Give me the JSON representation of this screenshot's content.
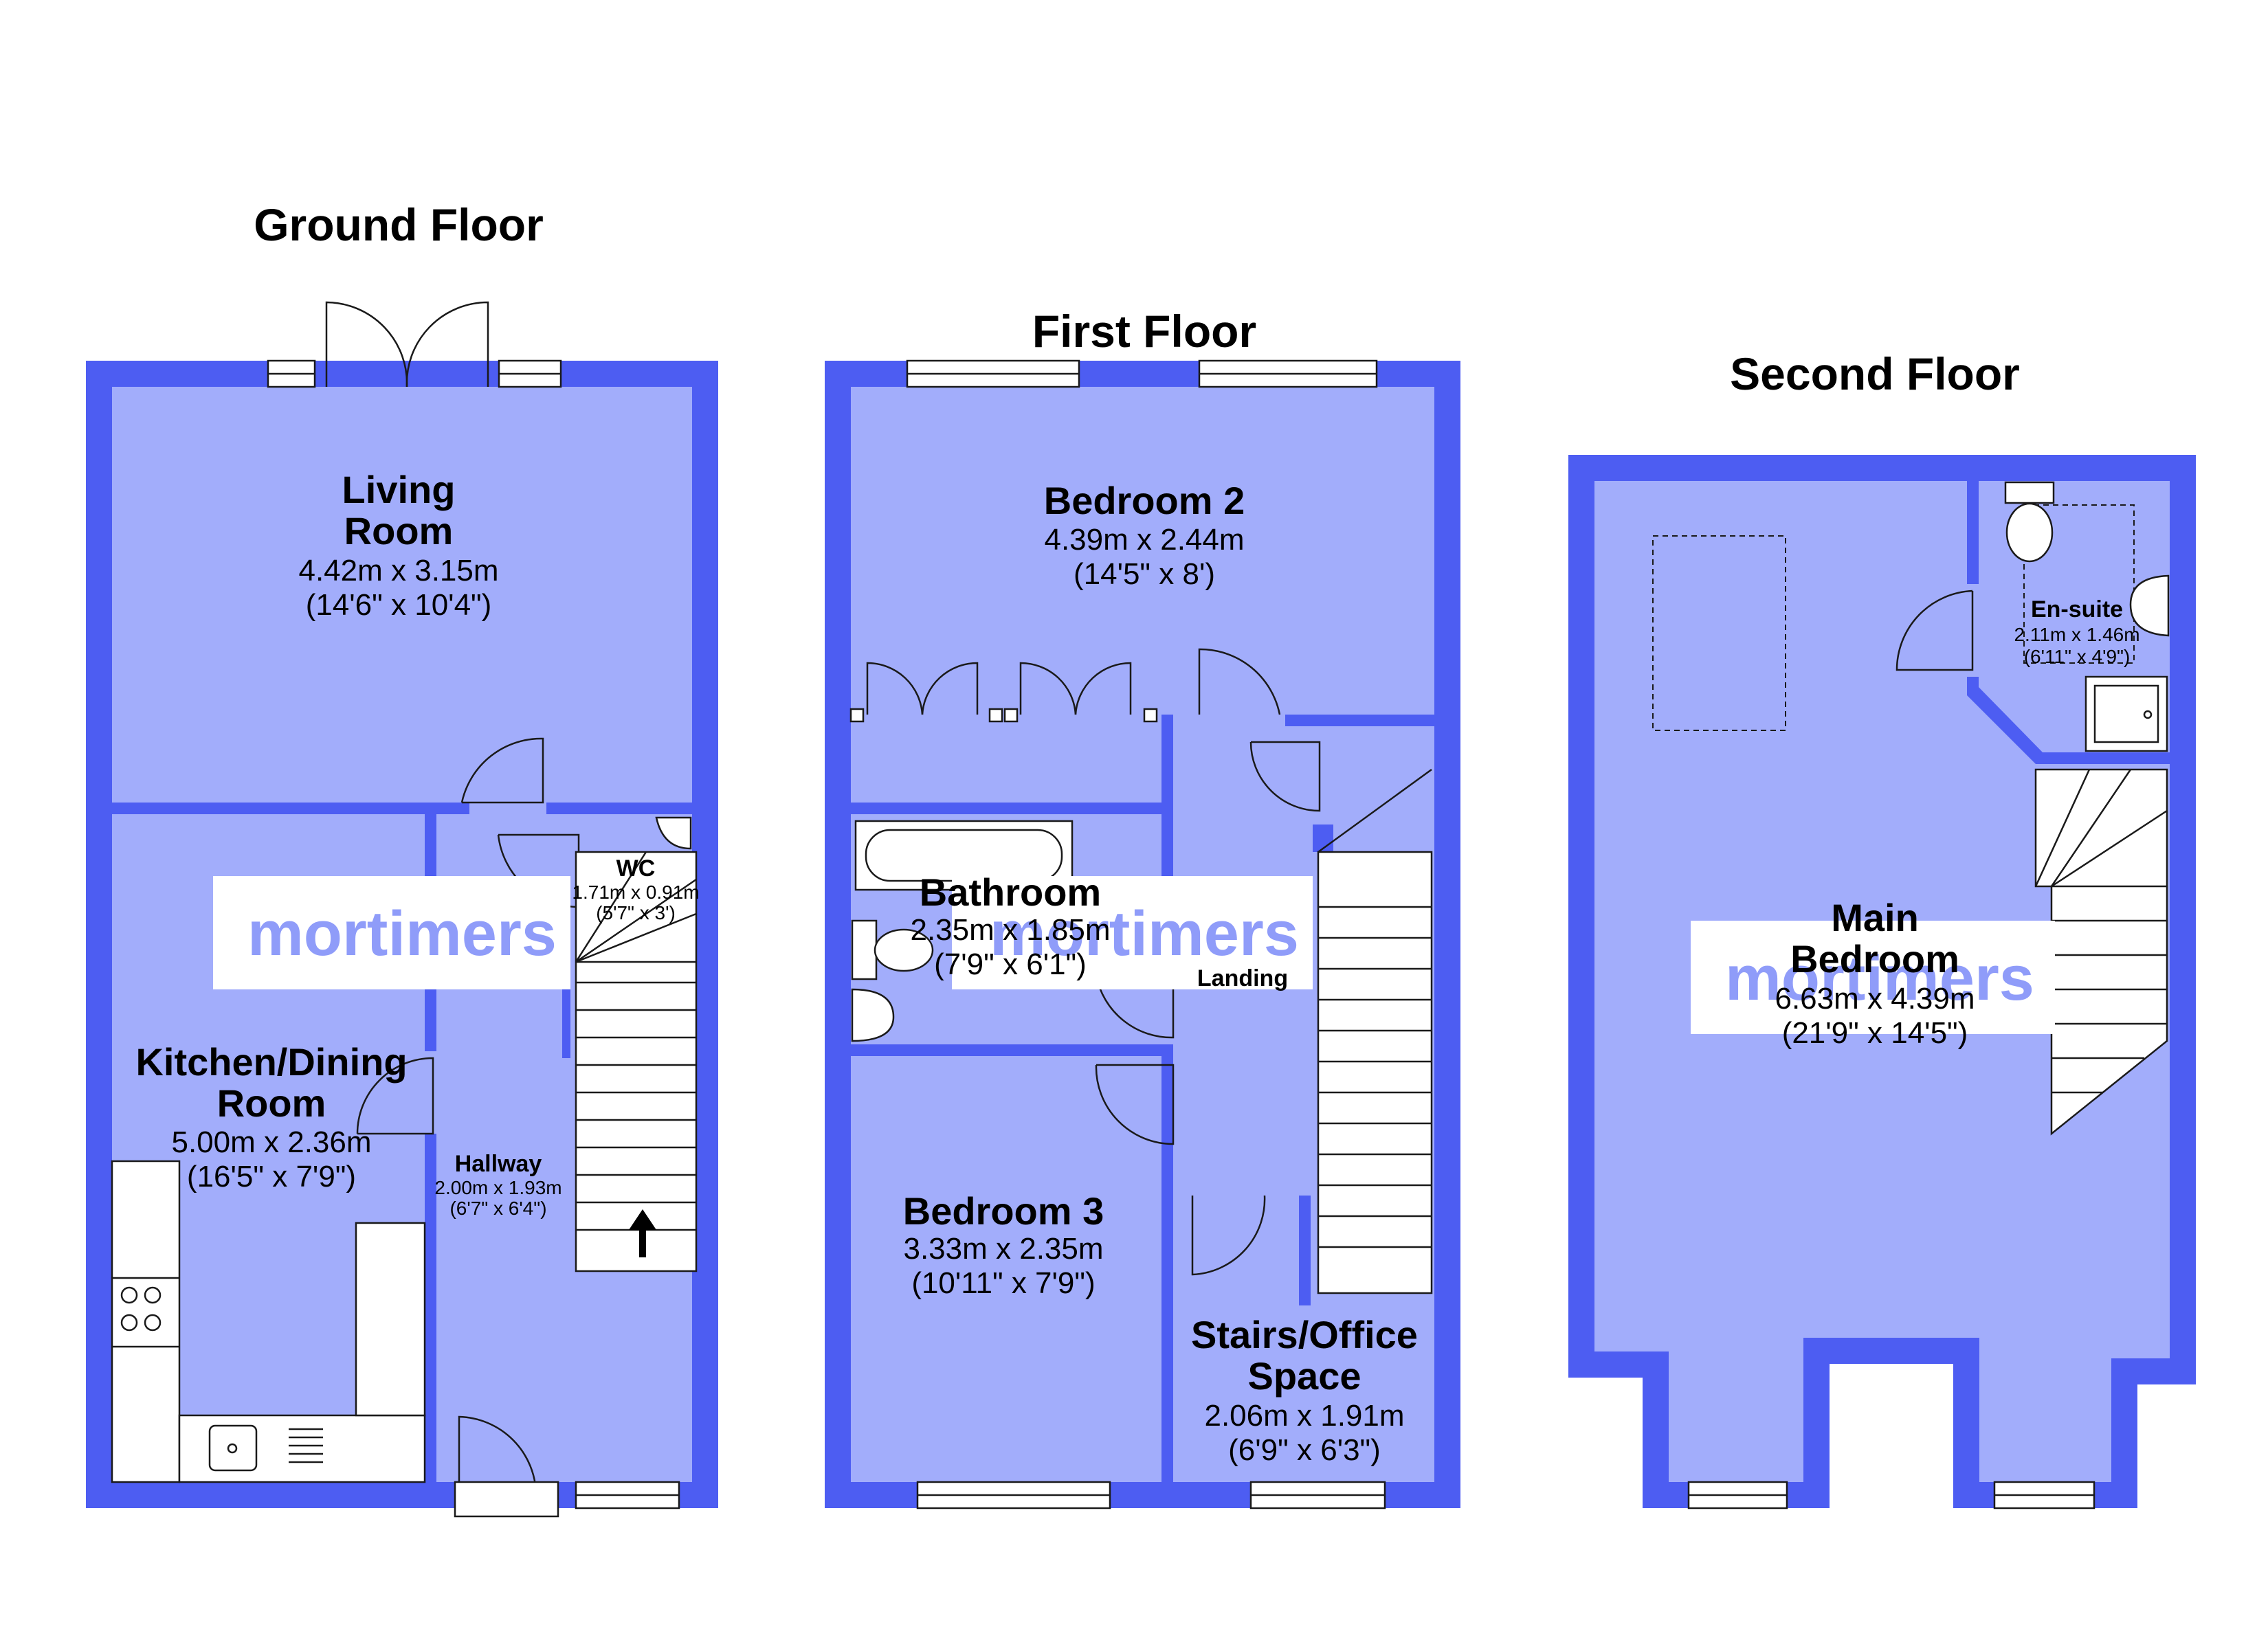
{
  "colors": {
    "wall": "#4d5df2",
    "floor": "#a2adfb",
    "fixture": "#ffffff",
    "watermark_box": "#ffffff",
    "watermark_text": "#8f9cf9"
  },
  "watermark": "mortimers",
  "floors": {
    "ground": {
      "title": "Ground Floor",
      "rooms": {
        "living": {
          "name_line1": "Living",
          "name_line2": "Room",
          "metric": "4.42m x 3.15m",
          "imperial": "(14'6\" x 10'4\")"
        },
        "kitchen": {
          "name_line1": "Kitchen/Dining",
          "name_line2": "Room",
          "metric": "5.00m x 2.36m",
          "imperial": "(16'5\" x 7'9\")"
        },
        "wc": {
          "name": "WC",
          "metric": "1.71m x 0.91m",
          "imperial": "(5'7\" x 3')"
        },
        "hallway": {
          "name": "Hallway",
          "metric": "2.00m x 1.93m",
          "imperial": "(6'7\" x 6'4\")"
        }
      }
    },
    "first": {
      "title": "First Floor",
      "rooms": {
        "bedroom2": {
          "name": "Bedroom 2",
          "metric": "4.39m x 2.44m",
          "imperial": "(14'5\" x 8')"
        },
        "bathroom": {
          "name": "Bathroom",
          "metric": "2.35m x 1.85m",
          "imperial": "(7'9\" x 6'1\")"
        },
        "landing": {
          "name": "Landing"
        },
        "bedroom3": {
          "name": "Bedroom 3",
          "metric": "3.33m x 2.35m",
          "imperial": "(10'11\" x 7'9\")"
        },
        "stairs_office": {
          "name_line1": "Stairs/Office",
          "name_line2": "Space",
          "metric": "2.06m x 1.91m",
          "imperial": "(6'9\" x 6'3\")"
        }
      }
    },
    "second": {
      "title": "Second Floor",
      "rooms": {
        "main_bedroom": {
          "name_line1": "Main",
          "name_line2": "Bedroom",
          "metric": "6.63m x 4.39m",
          "imperial": "(21'9\" x 14'5\")"
        },
        "ensuite": {
          "name": "En-suite",
          "metric": "2.11m x 1.46m",
          "imperial": "(6'11\" x 4'9\")"
        }
      }
    }
  }
}
